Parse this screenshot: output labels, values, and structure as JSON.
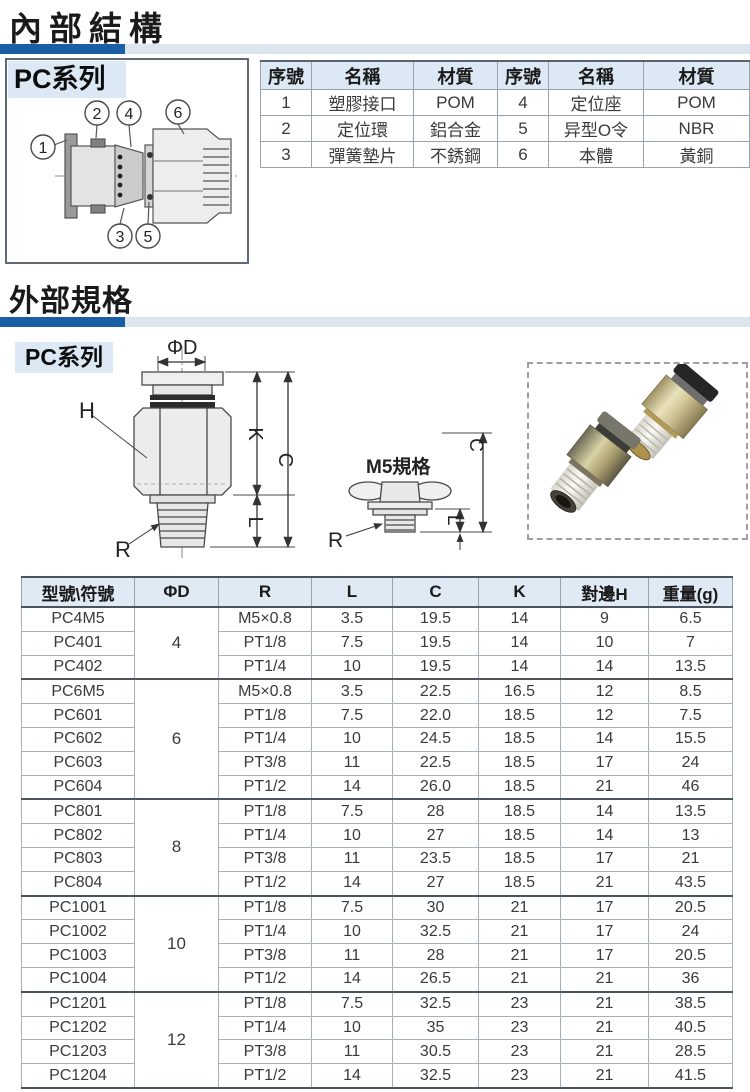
{
  "section1": {
    "heading": "內部結構",
    "series_label": "PC系列",
    "callouts": [
      "1",
      "2",
      "3",
      "4",
      "5",
      "6"
    ],
    "materials_table": {
      "headers": [
        "序號",
        "名稱",
        "材質",
        "序號",
        "名稱",
        "材質"
      ],
      "rows": [
        [
          "1",
          "塑膠接口",
          "POM",
          "4",
          "定位座",
          "POM"
        ],
        [
          "2",
          "定位環",
          "鋁合金",
          "5",
          "异型O令",
          "NBR"
        ],
        [
          "3",
          "彈簧墊片",
          "不銹鋼",
          "6",
          "本體",
          "黃銅"
        ]
      ]
    }
  },
  "section2": {
    "heading": "外部規格",
    "series_label": "PC系列",
    "dims": {
      "diameter": "ΦD",
      "hex": "H",
      "k": "K",
      "c": "C",
      "l": "L",
      "r": "R"
    },
    "m5": {
      "title": "M5規格",
      "c": "C",
      "l": "L",
      "r": "R"
    }
  },
  "spec_table": {
    "headers": [
      "型號\\符號",
      "ΦD",
      "R",
      "L",
      "C",
      "K",
      "對邊H",
      "重量(g)"
    ],
    "groups": [
      {
        "d": "4",
        "rows": [
          [
            "PC4M5",
            "M5×0.8",
            "3.5",
            "19.5",
            "14",
            "9",
            "6.5"
          ],
          [
            "PC401",
            "PT1/8",
            "7.5",
            "19.5",
            "14",
            "10",
            "7"
          ],
          [
            "PC402",
            "PT1/4",
            "10",
            "19.5",
            "14",
            "14",
            "13.5"
          ]
        ]
      },
      {
        "d": "6",
        "rows": [
          [
            "PC6M5",
            "M5×0.8",
            "3.5",
            "22.5",
            "16.5",
            "12",
            "8.5"
          ],
          [
            "PC601",
            "PT1/8",
            "7.5",
            "22.0",
            "18.5",
            "12",
            "7.5"
          ],
          [
            "PC602",
            "PT1/4",
            "10",
            "24.5",
            "18.5",
            "14",
            "15.5"
          ],
          [
            "PC603",
            "PT3/8",
            "11",
            "22.5",
            "18.5",
            "17",
            "24"
          ],
          [
            "PC604",
            "PT1/2",
            "14",
            "26.0",
            "18.5",
            "21",
            "46"
          ]
        ]
      },
      {
        "d": "8",
        "rows": [
          [
            "PC801",
            "PT1/8",
            "7.5",
            "28",
            "18.5",
            "14",
            "13.5"
          ],
          [
            "PC802",
            "PT1/4",
            "10",
            "27",
            "18.5",
            "14",
            "13"
          ],
          [
            "PC803",
            "PT3/8",
            "11",
            "23.5",
            "18.5",
            "17",
            "21"
          ],
          [
            "PC804",
            "PT1/2",
            "14",
            "27",
            "18.5",
            "21",
            "43.5"
          ]
        ]
      },
      {
        "d": "10",
        "rows": [
          [
            "PC1001",
            "PT1/8",
            "7.5",
            "30",
            "21",
            "17",
            "20.5"
          ],
          [
            "PC1002",
            "PT1/4",
            "10",
            "32.5",
            "21",
            "17",
            "24"
          ],
          [
            "PC1003",
            "PT3/8",
            "11",
            "28",
            "21",
            "17",
            "20.5"
          ],
          [
            "PC1004",
            "PT1/2",
            "14",
            "26.5",
            "21",
            "21",
            "36"
          ]
        ]
      },
      {
        "d": "12",
        "rows": [
          [
            "PC1201",
            "PT1/8",
            "7.5",
            "32.5",
            "23",
            "21",
            "38.5"
          ],
          [
            "PC1202",
            "PT1/4",
            "10",
            "35",
            "23",
            "21",
            "40.5"
          ],
          [
            "PC1203",
            "PT3/8",
            "11",
            "30.5",
            "23",
            "21",
            "28.5"
          ],
          [
            "PC1204",
            "PT1/2",
            "14",
            "32.5",
            "23",
            "21",
            "41.5"
          ]
        ]
      }
    ]
  },
  "colors": {
    "accent_dark_blue": "#1a5fa6",
    "accent_light_blue": "#dde5ee",
    "label_blue": "#dce9f5",
    "table_header_blue": "#e0eaf4"
  }
}
